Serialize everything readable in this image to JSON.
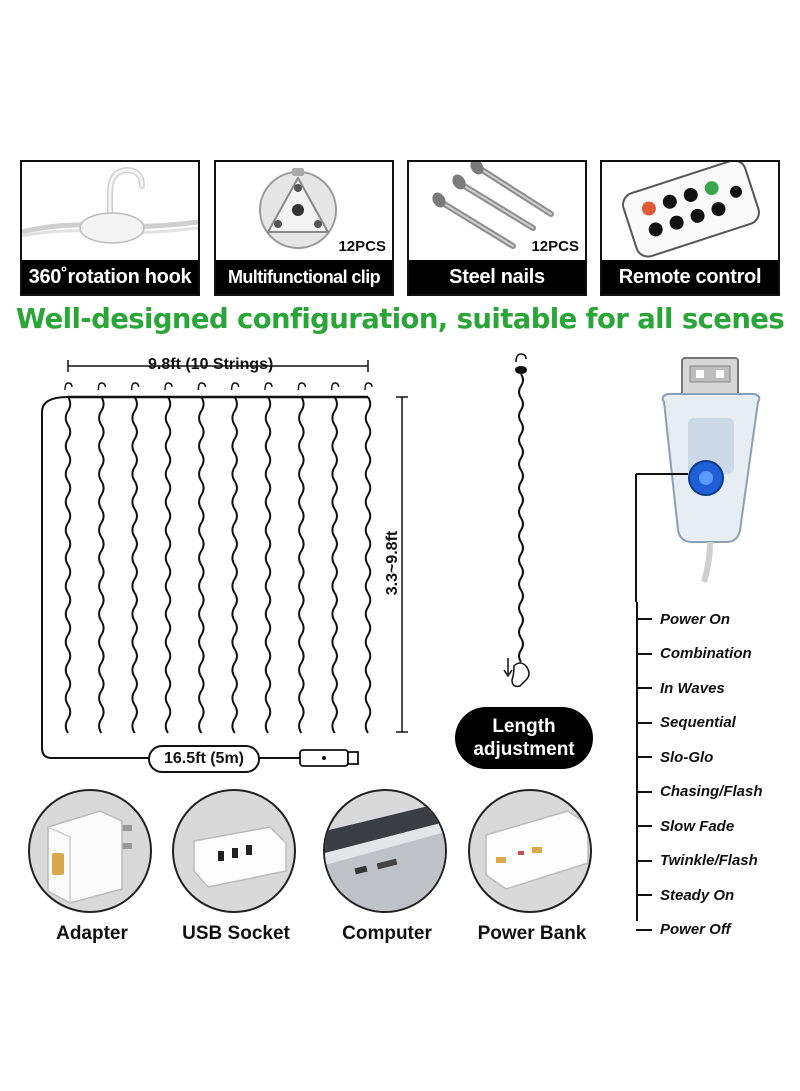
{
  "accessories": [
    {
      "label": "360˚rotation hook",
      "icon": "hook-icon",
      "pcs": ""
    },
    {
      "label": "Multifunctional clip",
      "icon": "clip-icon",
      "pcs": "12PCS"
    },
    {
      "label": "Steel nails",
      "icon": "nails-icon",
      "pcs": "12PCS"
    },
    {
      "label": "Remote control",
      "icon": "remote-icon",
      "pcs": ""
    }
  ],
  "headline": "Well-designed configuration, suitable for all scenes",
  "dimensions": {
    "width": "9.8ft (10 Strings)",
    "height": "3.3~9.8ft",
    "cable": "16.5ft (5m)",
    "strings_count": 10
  },
  "length_adjustment": {
    "line1": "Length",
    "line2": "adjustment"
  },
  "modes": [
    "Power On",
    "Combination",
    "In Waves",
    "Sequential",
    "Slo-Glo",
    "Chasing/Flash",
    "Slow Fade",
    "Twinkle/Flash",
    "Steady On",
    "Power Off"
  ],
  "power_sources": [
    {
      "label": "Adapter",
      "icon": "adapter-icon"
    },
    {
      "label": "USB Socket",
      "icon": "usb-socket-icon"
    },
    {
      "label": "Computer",
      "icon": "computer-icon"
    },
    {
      "label": "Power Bank",
      "icon": "power-bank-icon"
    }
  ],
  "colors": {
    "headline_green": "#2aa537",
    "label_bg": "#000000",
    "button_blue": "#1f5fd6"
  }
}
